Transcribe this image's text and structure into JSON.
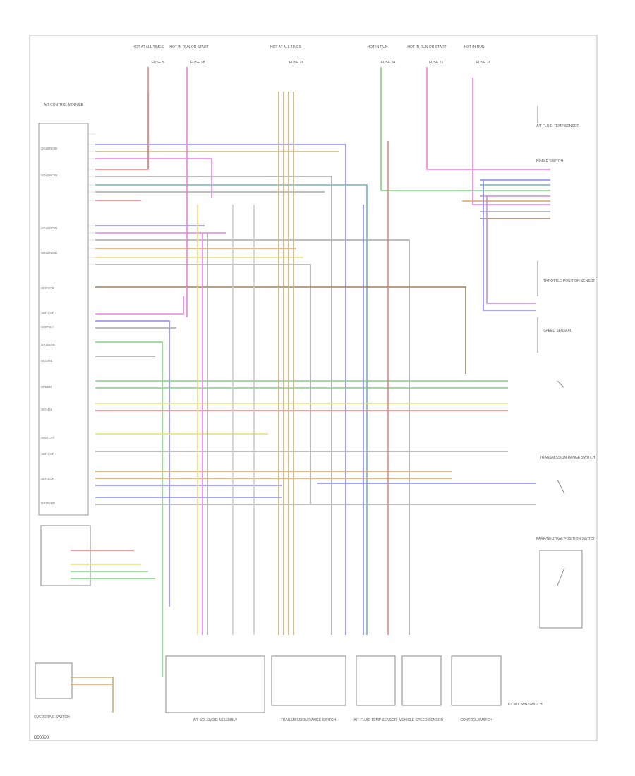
{
  "diagram": {
    "footer_code": "D00000",
    "top_fuses": [
      {
        "title": "HOT AT ALL TIMES",
        "fuse": "FUSE 5"
      },
      {
        "title": "HOT IN RUN OR START",
        "fuse": "FUSE 38"
      },
      {
        "title": "HOT AT ALL TIMES",
        "fuse": "FUSE 28"
      },
      {
        "title": "HOT IN RUN",
        "fuse": "FUSE 34"
      },
      {
        "title": "HOT IN RUN OR START",
        "fuse": "FUSE 21"
      },
      {
        "title": "HOT IN RUN",
        "fuse": "FUSE 16"
      }
    ],
    "module_label": "A/T CONTROL MODULE",
    "left_labels": [
      "SOLENOID",
      "SOLENOID",
      "SOLENOID",
      "SOLENOID",
      "SENSOR",
      "SENSOR",
      "SWITCH",
      "GROUND",
      "SIGNAL",
      "SPEED",
      "SIGNAL",
      "SWITCH",
      "SENSOR",
      "SENSOR",
      "GROUND"
    ],
    "right_labels": [
      "A/T FLUID TEMP SENSOR",
      "BRAKE SWITCH",
      "THROTTLE POSITION SENSOR",
      "SPEED SENSOR",
      "TRANSMISSION RANGE SWITCH",
      "PARK/NEUTRAL POSITION SWITCH",
      "KICKDOWN SWITCH"
    ],
    "bottom_components": [
      "OVERDRIVE SWITCH",
      "A/T SOLENOID ASSEMBLY",
      "TRANSMISSION RANGE SWITCH",
      "A/T FLUID TEMP SENSOR",
      "VEHICLE SPEED SENSOR",
      "CONTROL SWITCH"
    ]
  },
  "colors": {
    "red": "#f08080",
    "pink": "#ee7ee8",
    "olive": "#c9b07a",
    "green": "#7ed37e",
    "blue": "#8a8af0",
    "brown": "#a08060",
    "yellow": "#e8e070",
    "orange": "#e0a060",
    "teal": "#70b8b8",
    "gray": "#a8a8a8",
    "violet": "#c090e0",
    "black": "#555555"
  }
}
